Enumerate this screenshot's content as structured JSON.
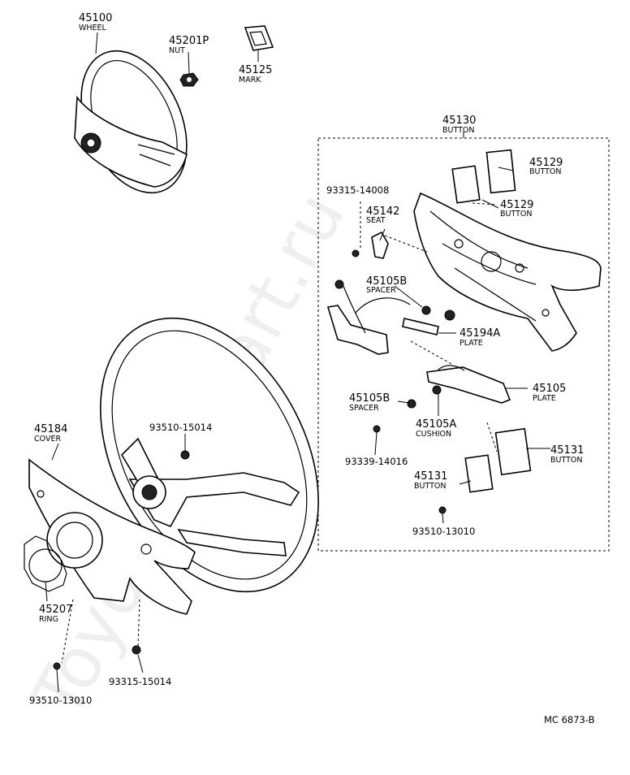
{
  "watermark": "ToyotaCarPart.ru",
  "diagram_code": "MC 6873-B",
  "parts": {
    "p45100": {
      "number": "45100",
      "name": "WHEEL"
    },
    "p45201P": {
      "number": "45201P",
      "name": "NUT"
    },
    "p45125": {
      "number": "45125",
      "name": "MARK"
    },
    "p45130": {
      "number": "45130",
      "name": "BUTTON"
    },
    "p45129a": {
      "number": "45129",
      "name": "BUTTON"
    },
    "p45129b": {
      "number": "45129",
      "name": "BUTTON"
    },
    "p93315_14008": {
      "number": "93315-14008"
    },
    "p45142": {
      "number": "45142",
      "name": "SEAT"
    },
    "p45105B_a": {
      "number": "45105B",
      "name": "SPACER"
    },
    "p45194A": {
      "number": "45194A",
      "name": "PLATE"
    },
    "p45105": {
      "number": "45105",
      "name": "PLATE"
    },
    "p45105B_b": {
      "number": "45105B",
      "name": "SPACER"
    },
    "p45105A": {
      "number": "45105A",
      "name": "CUSHION"
    },
    "p93339_14016": {
      "number": "93339-14016"
    },
    "p45131a": {
      "number": "45131",
      "name": "BUTTON"
    },
    "p45131b": {
      "number": "45131",
      "name": "BUTTON"
    },
    "p93510_13010a": {
      "number": "93510-13010"
    },
    "p45184": {
      "number": "45184",
      "name": "COVER"
    },
    "p93510_15014": {
      "number": "93510-15014"
    },
    "p45207": {
      "number": "45207",
      "name": "RING"
    },
    "p93315_15014": {
      "number": "93315-15014"
    },
    "p93510_13010b": {
      "number": "93510-13010"
    }
  }
}
